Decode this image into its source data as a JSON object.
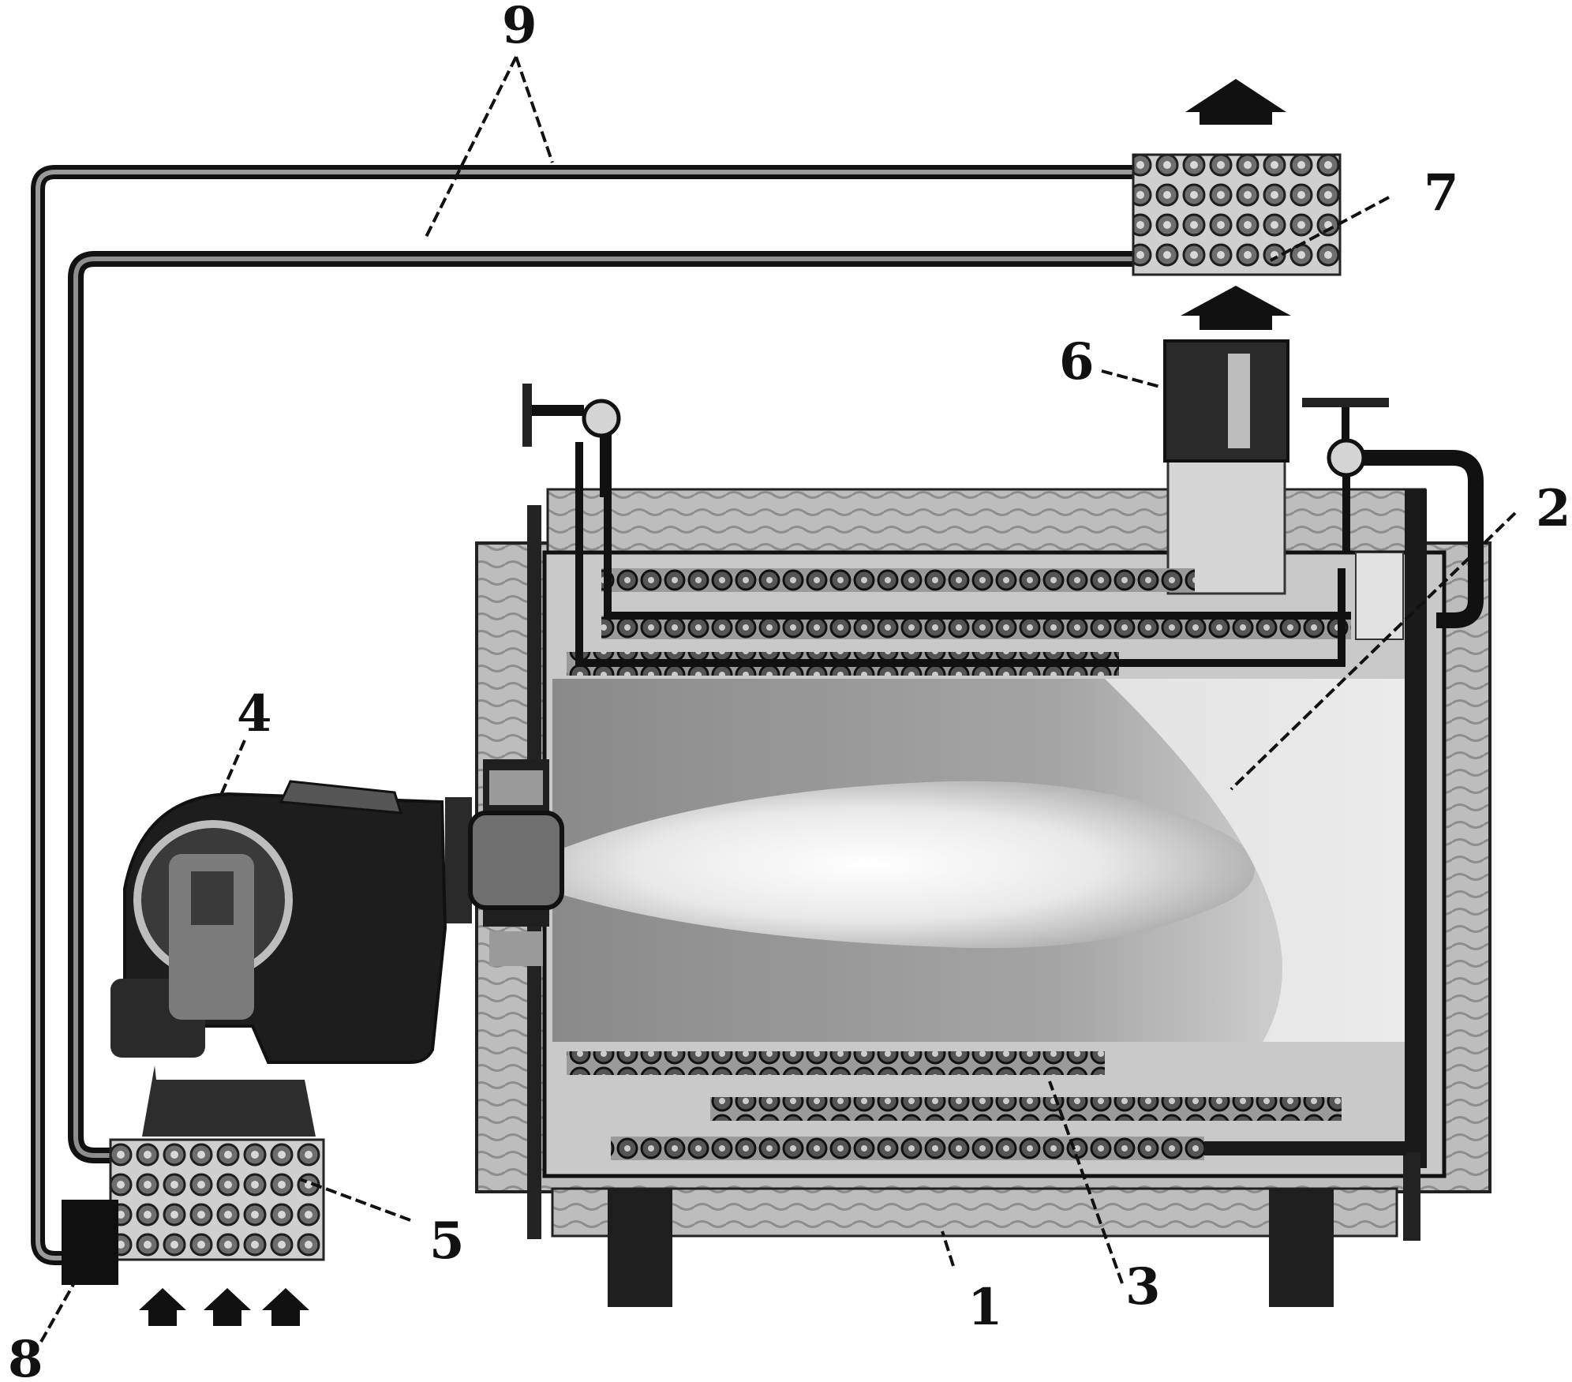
{
  "callouts": {
    "c1": "1",
    "c2": "2",
    "c3": "3",
    "c4": "4",
    "c5": "5",
    "c6": "6",
    "c7": "7",
    "c8": "8",
    "c9": "9"
  },
  "colors": {
    "ink": "#111111",
    "shell": "#b8b8b8",
    "shell_dark": "#7a7a7a",
    "flame": "#f2f2f2"
  },
  "icons": {
    "arrow": "up-arrow-icon",
    "coil": "heat-exchange-coil"
  }
}
